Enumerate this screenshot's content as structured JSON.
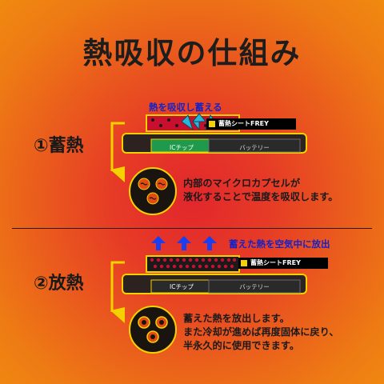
{
  "title": "熱吸収の仕組み",
  "step1": {
    "label": "①蓄熱",
    "caption": "熱を吸収し蓄える",
    "sheet_label": "蓄熱シートFREY",
    "chip_label": "ICチップ",
    "battery_label": "バッテリー",
    "description": [
      "内部のマイクロカプセルが",
      "液化することで温度を吸収します。"
    ]
  },
  "step2": {
    "label": "②放熱",
    "caption": "蓄えた熱を空気中に放出",
    "sheet_label": "蓄熱シートFREY",
    "chip_label": "ICチップ",
    "battery_label": "バッテリー",
    "description": [
      "蓄えた熱を放出します。",
      "また冷却が進めば再度固体に戻り、",
      "半永久的に使用できます。"
    ]
  },
  "colors": {
    "accent_yellow": "#f5d100",
    "arrow_blue": "#1a3ff0",
    "text_blue": "#1522c8",
    "chip_green": "#1f9a4c",
    "sheet_red": "#c8102e",
    "title_text": "#1d1d1d"
  },
  "icons": [
    "heat-up-arrows-icon",
    "heat-release-arrows-icon",
    "liquid-capsule-icon",
    "solid-capsule-icon",
    "pointer-arrow-icon"
  ]
}
